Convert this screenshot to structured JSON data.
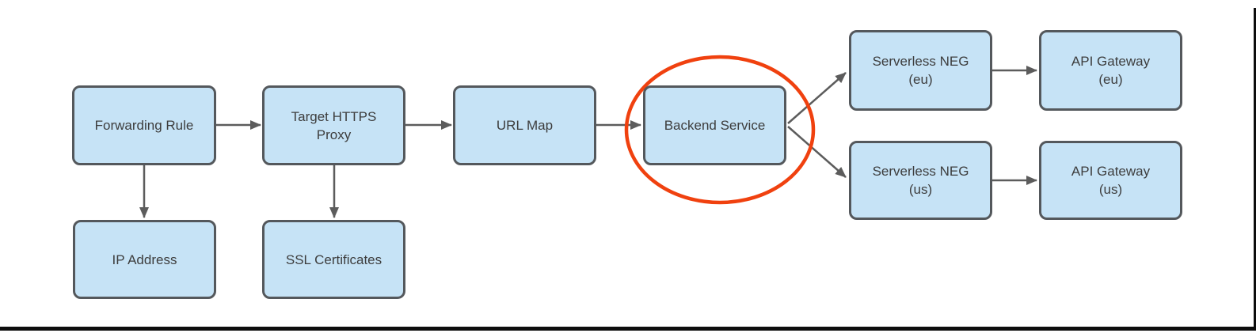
{
  "diagram": {
    "type": "flowchart",
    "description": "HTTPS load balancer architecture flow",
    "colors": {
      "node_fill": "#c6e3f6",
      "node_border": "#54585c",
      "arrow": "#5c5c5c",
      "text": "#3d3d3d",
      "highlight_ellipse": "#f0410f",
      "frame_line": "#0d0d0d"
    },
    "nodes": [
      {
        "id": "forwarding-rule",
        "label": "Forwarding Rule"
      },
      {
        "id": "target-https-proxy",
        "label": "Target HTTPS\nProxy"
      },
      {
        "id": "url-map",
        "label": "URL Map"
      },
      {
        "id": "backend-service",
        "label": "Backend Service"
      },
      {
        "id": "serverless-neg-eu",
        "label": "Serverless NEG\n(eu)"
      },
      {
        "id": "api-gateway-eu",
        "label": "API Gateway\n(eu)"
      },
      {
        "id": "serverless-neg-us",
        "label": "Serverless NEG\n(us)"
      },
      {
        "id": "api-gateway-us",
        "label": "API Gateway\n(us)"
      },
      {
        "id": "ip-address",
        "label": "IP Address"
      },
      {
        "id": "ssl-certificates",
        "label": "SSL Certificates"
      }
    ],
    "edges": [
      {
        "from": "forwarding-rule",
        "to": "target-https-proxy"
      },
      {
        "from": "target-https-proxy",
        "to": "url-map"
      },
      {
        "from": "url-map",
        "to": "backend-service"
      },
      {
        "from": "backend-service",
        "to": "serverless-neg-eu"
      },
      {
        "from": "backend-service",
        "to": "serverless-neg-us"
      },
      {
        "from": "serverless-neg-eu",
        "to": "api-gateway-eu"
      },
      {
        "from": "serverless-neg-us",
        "to": "api-gateway-us"
      },
      {
        "from": "forwarding-rule",
        "to": "ip-address"
      },
      {
        "from": "target-https-proxy",
        "to": "ssl-certificates"
      }
    ],
    "annotations": [
      {
        "id": "highlight-ellipse",
        "shape": "ellipse",
        "around": "backend-service",
        "color": "#f0410f"
      }
    ]
  }
}
